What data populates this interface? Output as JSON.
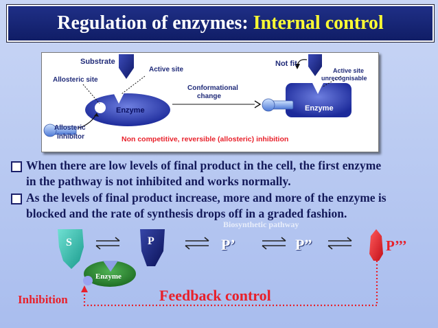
{
  "title": {
    "main": "Regulation of enzymes:",
    "highlight": "Internal  control"
  },
  "diagram": {
    "substrate": "Substrate",
    "active_site": "Active site",
    "allosteric_site": "Allosteric site",
    "enzyme_left": "Enzyme",
    "allosteric_inhibitor_line1": "Allosteric",
    "allosteric_inhibitor_line2": "inhibitor",
    "conformational_line1": "Conformational",
    "conformational_line2": "change",
    "not_fit": "Not fit",
    "active_site_unrec_line1": "Active site",
    "active_site_unrec_line2": "unrecognisable",
    "enzyme_right": "Enzyme",
    "caption": "Non competitive, reversible (allosteric) inhibition"
  },
  "bullets": [
    {
      "line1": "When there are low levels of final product in the cell, the first enzyme",
      "line2": "in the pathway is not inhibited and works normally."
    },
    {
      "line1": "As the levels of final product increase, more and more of the enzyme is",
      "line2": "blocked and the rate of synthesis drops off in a graded fashion."
    }
  ],
  "pathway": {
    "ghost_label": "Biosynthetic pathway",
    "s": "S",
    "p": "P",
    "p1": "P’",
    "p2": "P”",
    "p3": "P’’’",
    "enzyme": "Enzyme",
    "inhibition": "Inhibition",
    "feedback": "Feedback control"
  },
  "colors": {
    "title_bg": "#1a2878",
    "title_highlight": "#ffff33",
    "navy": "#1f2a78",
    "red": "#e8202a",
    "teal": "#2bb7a8",
    "green": "#2f8f34"
  }
}
